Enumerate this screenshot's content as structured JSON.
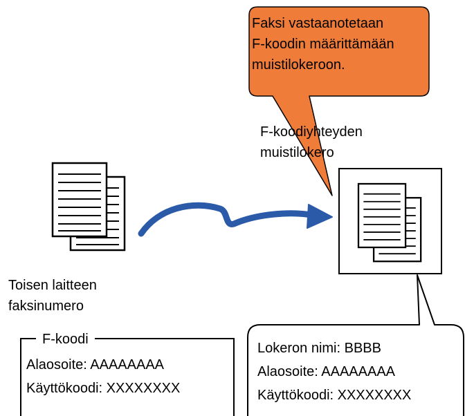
{
  "callout": {
    "lines": [
      "Faksi vastaanotetaan",
      "F-koodin määrittämään",
      "muistilokeroon."
    ],
    "fill_color": "#f07c3a"
  },
  "memory_box": {
    "title_lines": [
      "F-koodiyhteyden",
      "muistilokero"
    ]
  },
  "sender": {
    "lines": [
      "Toisen laitteen",
      "faksinumero"
    ]
  },
  "fcode": {
    "legend": "F-koodi",
    "lines": [
      "Alaosoite: AAAAAAAA",
      "Käyttökoodi: XXXXXXXX"
    ]
  },
  "destination": {
    "lines": [
      "Lokeron nimi: BBBB",
      "Alaosoite: AAAAAAAA",
      "Käyttökoodi: XXXXXXXX"
    ]
  },
  "arrow": {
    "color": "#2b5aa8"
  },
  "icons": [
    "document-stack-icon",
    "document-stack-icon"
  ]
}
